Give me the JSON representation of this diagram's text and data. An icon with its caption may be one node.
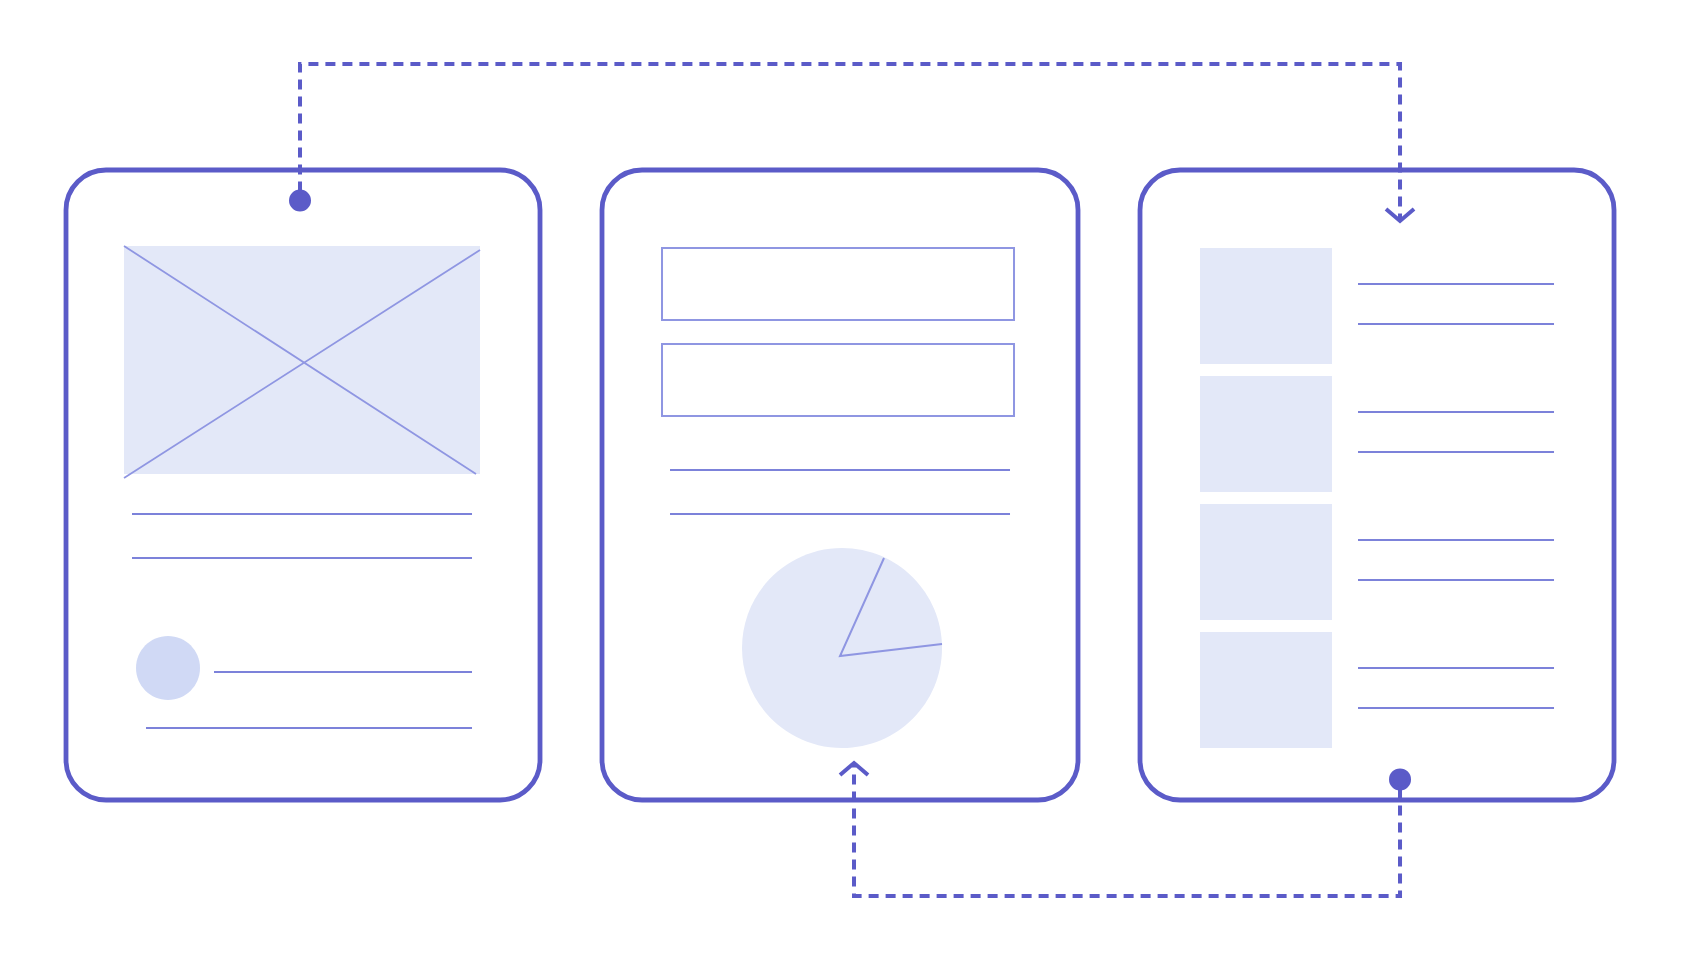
{
  "diagram": {
    "nodes": [
      {
        "text": [],
        "shape": "box"
      },
      {
        "text": [],
        "shape": "box"
      },
      {
        "text": [],
        "shape": "box"
      }
    ],
    "edges": [
      {
        "from": 0,
        "to": 2,
        "arrow": "to",
        "style": "dashed"
      },
      {
        "from": 2,
        "to": 1,
        "arrow": "to",
        "style": "dashed"
      }
    ]
  }
}
